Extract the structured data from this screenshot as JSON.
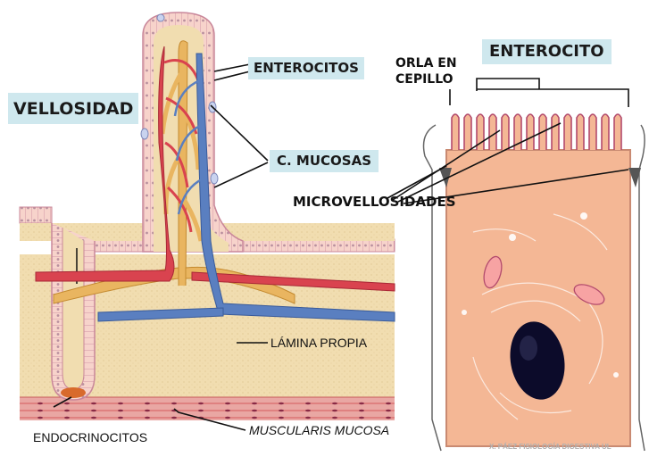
{
  "labels": {
    "vellosidad": "VELLOSIDAD",
    "enterocitos": "ENTEROCITOS",
    "c_mucosas": "C. MUCOSAS",
    "microvellosidades": "MICROVELLOSIDADES",
    "orla_line1": "ORLA EN",
    "orla_line2": "CEPILLO",
    "enterocito": "ENTEROCITO",
    "lamina_propia": "LÁMINA PROPIA",
    "muscularis_mucosa": "MUSCULARIS MUCOSA",
    "endocrinocitos": "ENDOCRINOCITOS",
    "credit": "X. PÁEZ   FISIOLOGÍA DIGESTIVA   UL"
  },
  "colors": {
    "label_box": "#cfe8ee",
    "lamina_propia": "#f1ddb0",
    "epithelium": "#f5c9c0",
    "artery": "#d9434f",
    "vein": "#5a7fc0",
    "lacteal": "#e9b560",
    "cytoplasm": "#f4b795",
    "nucleus": "#0c0b2a"
  }
}
